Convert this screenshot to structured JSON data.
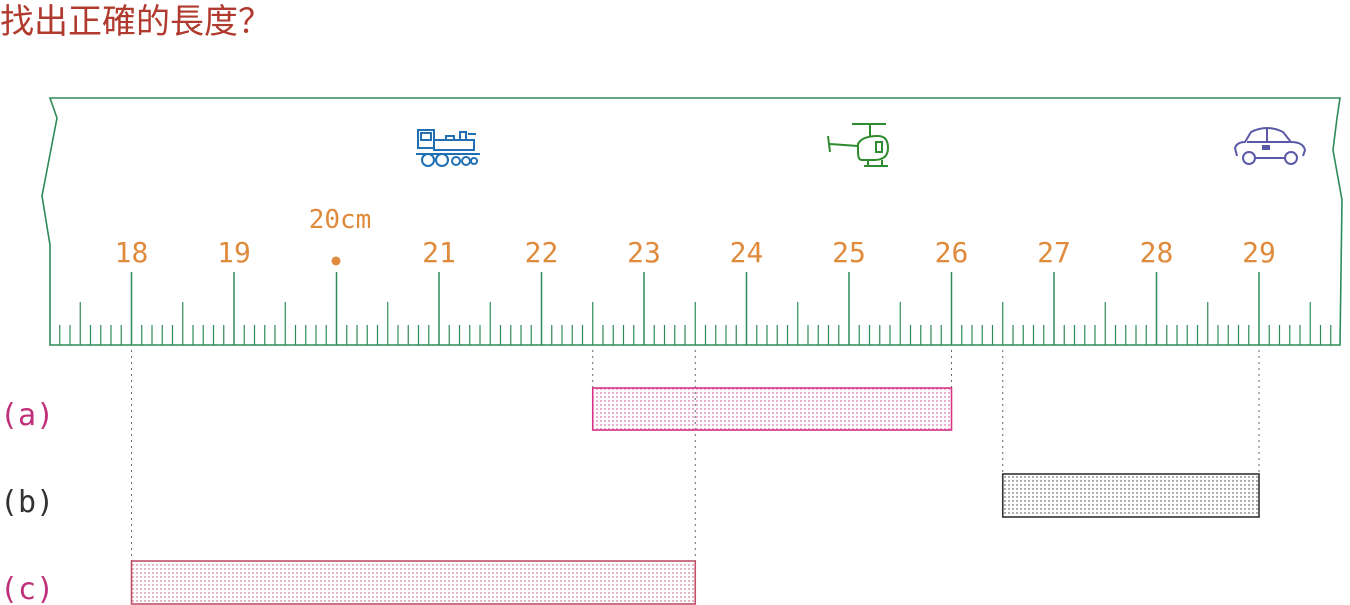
{
  "title": "找出正確的長度？",
  "ruler": {
    "unit_label": "20cm",
    "start_cm": 17.2,
    "end_cm": 30.0,
    "labels": [
      "18",
      "19",
      "",
      "21",
      "22",
      "23",
      "24",
      "25",
      "26",
      "27",
      "28",
      "29"
    ],
    "label_values": [
      18,
      19,
      20,
      21,
      22,
      23,
      24,
      25,
      26,
      27,
      28,
      29
    ],
    "icons": [
      "train-icon",
      "helicopter-icon",
      "car-icon"
    ]
  },
  "bars": [
    {
      "label": "(a)",
      "start": 22.5,
      "end": 26.0,
      "color": "#d63384"
    },
    {
      "label": "(b)",
      "start": 26.5,
      "end": 29.0,
      "color": "#333333"
    },
    {
      "label": "(c)",
      "start": 18.0,
      "end": 23.5,
      "color": "#c0506a"
    }
  ],
  "colors": {
    "ruler_line": "#2e8b57",
    "ruler_numbers": "#e08a3c",
    "title": "#b03a2e",
    "train": "#1f6fb2",
    "helicopter": "#2e8b2e",
    "car": "#5a5aa8"
  }
}
